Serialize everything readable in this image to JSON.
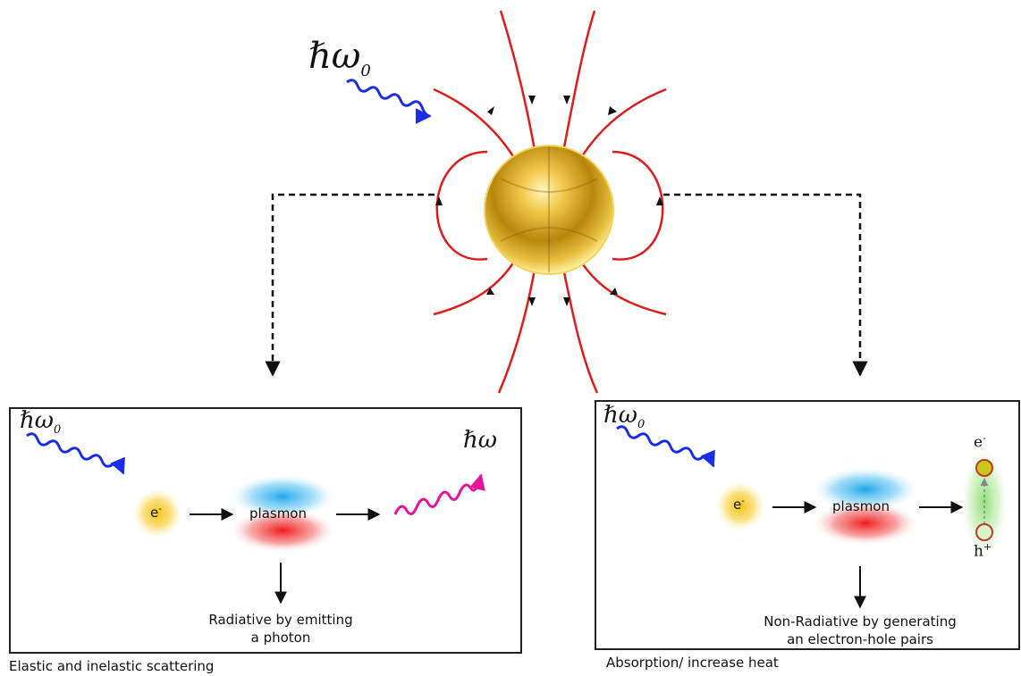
{
  "photon_in_main": "ℏω",
  "photon_in_main_sub": "0",
  "left_panel": {
    "photon_in": "ℏω",
    "photon_in_sub": "0",
    "electron": "e",
    "electron_sup": "-",
    "plasmon": "plasmon",
    "photon_out": "ℏω",
    "result_line1": "Radiative by emitting",
    "result_line2": "a photon",
    "caption": "Elastic and inelastic scattering"
  },
  "right_panel": {
    "photon_in": "ℏω",
    "photon_in_sub": "0",
    "electron": "e",
    "electron_sup": "-",
    "plasmon": "plasmon",
    "pair_electron": "e",
    "pair_electron_sup": "-",
    "pair_hole": "h",
    "pair_hole_sup": "+",
    "result_line1": "Non-Radiative by generating",
    "result_line2": "an electron-hole pairs",
    "caption": "Absorption/ increase heat"
  },
  "colors": {
    "field_lines": "#e01b1b",
    "photon_in": "#1a2ee8",
    "photon_out": "#e8159a",
    "gold": "#d4a017",
    "plasmon_plus": "#33b5f0",
    "plasmon_minus": "#f03030",
    "connector": "#111111"
  }
}
